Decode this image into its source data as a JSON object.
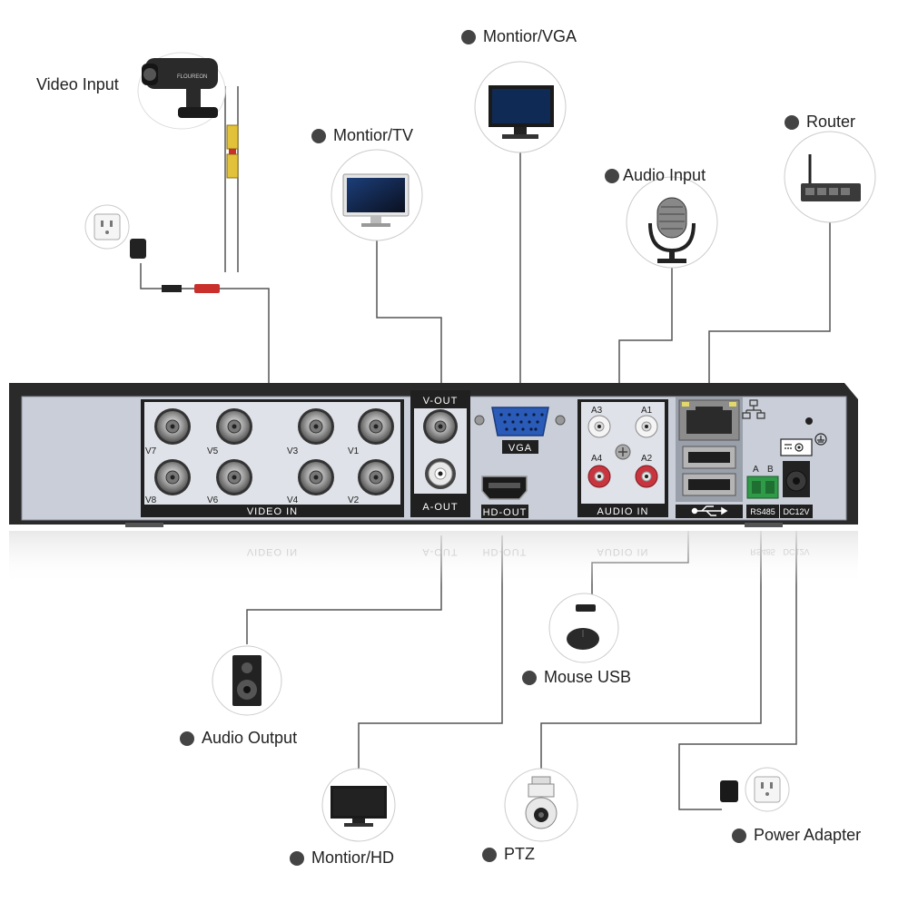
{
  "callouts": {
    "video_input": "Video Input",
    "monitor_tv": "Montior/TV",
    "monitor_vga": "Montior/VGA",
    "audio_input": "Audio Input",
    "router": "Router",
    "mouse_usb": "Mouse USB",
    "audio_output": "Audio Output",
    "monitor_hd": "Montior/HD",
    "ptz": "PTZ",
    "power_adapter": "Power Adapter"
  },
  "panel": {
    "video_in": "VIDEO IN",
    "v_out": "V-OUT",
    "a_out": "A-OUT",
    "vga": "VGA",
    "hd_out": "HD-OUT",
    "audio_in": "AUDIO IN",
    "rs485": "RS485",
    "dc12v": "DC12V",
    "ch_v7": "V7",
    "ch_v5": "V5",
    "ch_v3": "V3",
    "ch_v1": "V1",
    "ch_v8": "V8",
    "ch_v6": "V6",
    "ch_v4": "V4",
    "ch_v2": "V2",
    "a3": "A3",
    "a1": "A1",
    "a4": "A4",
    "a2": "A2",
    "term_a": "A",
    "term_b": "B"
  },
  "camera_brand": "FLOUREON",
  "icons": [
    "camera-icon",
    "wall-outlet-icon",
    "power-plug-icon",
    "tv-icon",
    "vga-monitor-icon",
    "microphone-icon",
    "router-icon",
    "mouse-icon",
    "speaker-icon",
    "hd-monitor-icon",
    "ptz-camera-icon",
    "usb-icon",
    "network-icon",
    "ground-icon",
    "dc-polarity-icon"
  ]
}
